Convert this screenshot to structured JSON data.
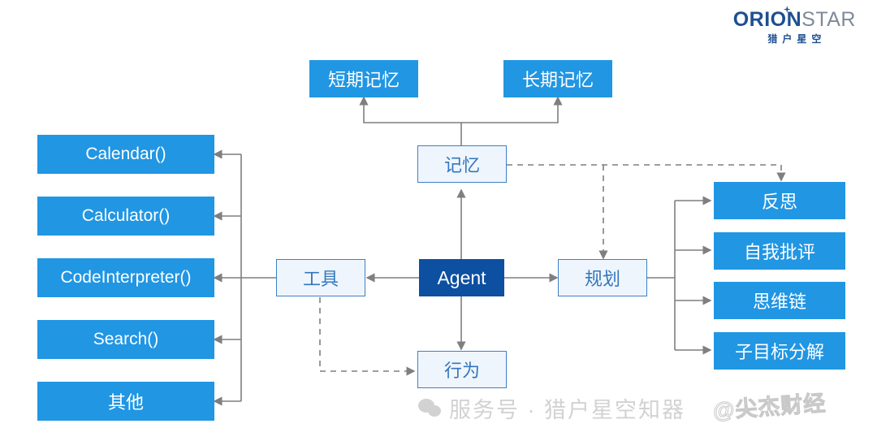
{
  "logo": {
    "word_primary": "ORION",
    "word_secondary": "STAR",
    "subtitle": "猎户星空",
    "spark_icon": "star-spark-icon",
    "color_primary": "#1d4f91",
    "color_secondary": "#7f8a99"
  },
  "diagram": {
    "type": "agent-architecture-diagram",
    "center": {
      "label": "Agent",
      "color": "#0d4fa0"
    },
    "branches": [
      {
        "key": "memory",
        "label": "记忆"
      },
      {
        "key": "tools",
        "label": "工具"
      },
      {
        "key": "planning",
        "label": "规划"
      },
      {
        "key": "action",
        "label": "行为"
      }
    ],
    "memory_children": [
      {
        "label": "短期记忆"
      },
      {
        "label": "长期记忆"
      }
    ],
    "tool_children": [
      {
        "label": "Calendar()"
      },
      {
        "label": "Calculator()"
      },
      {
        "label": "CodeInterpreter()"
      },
      {
        "label": "Search()"
      },
      {
        "label": "其他"
      }
    ],
    "planning_children": [
      {
        "label": "反思"
      },
      {
        "label": "自我批评"
      },
      {
        "label": "思维链"
      },
      {
        "label": "子目标分解"
      }
    ],
    "colors": {
      "solid_fill": "#2196e3",
      "light_fill": "#eff5fd",
      "light_border": "#3c81c4",
      "light_text": "#3277bd",
      "agent_fill": "#0d4fa0",
      "edge": "#7f7f7f"
    }
  },
  "watermarks": {
    "primary": "服务号 · 猎户星空知器",
    "secondary": "@尖杰财经",
    "wechat_icon": "wechat-icon"
  }
}
